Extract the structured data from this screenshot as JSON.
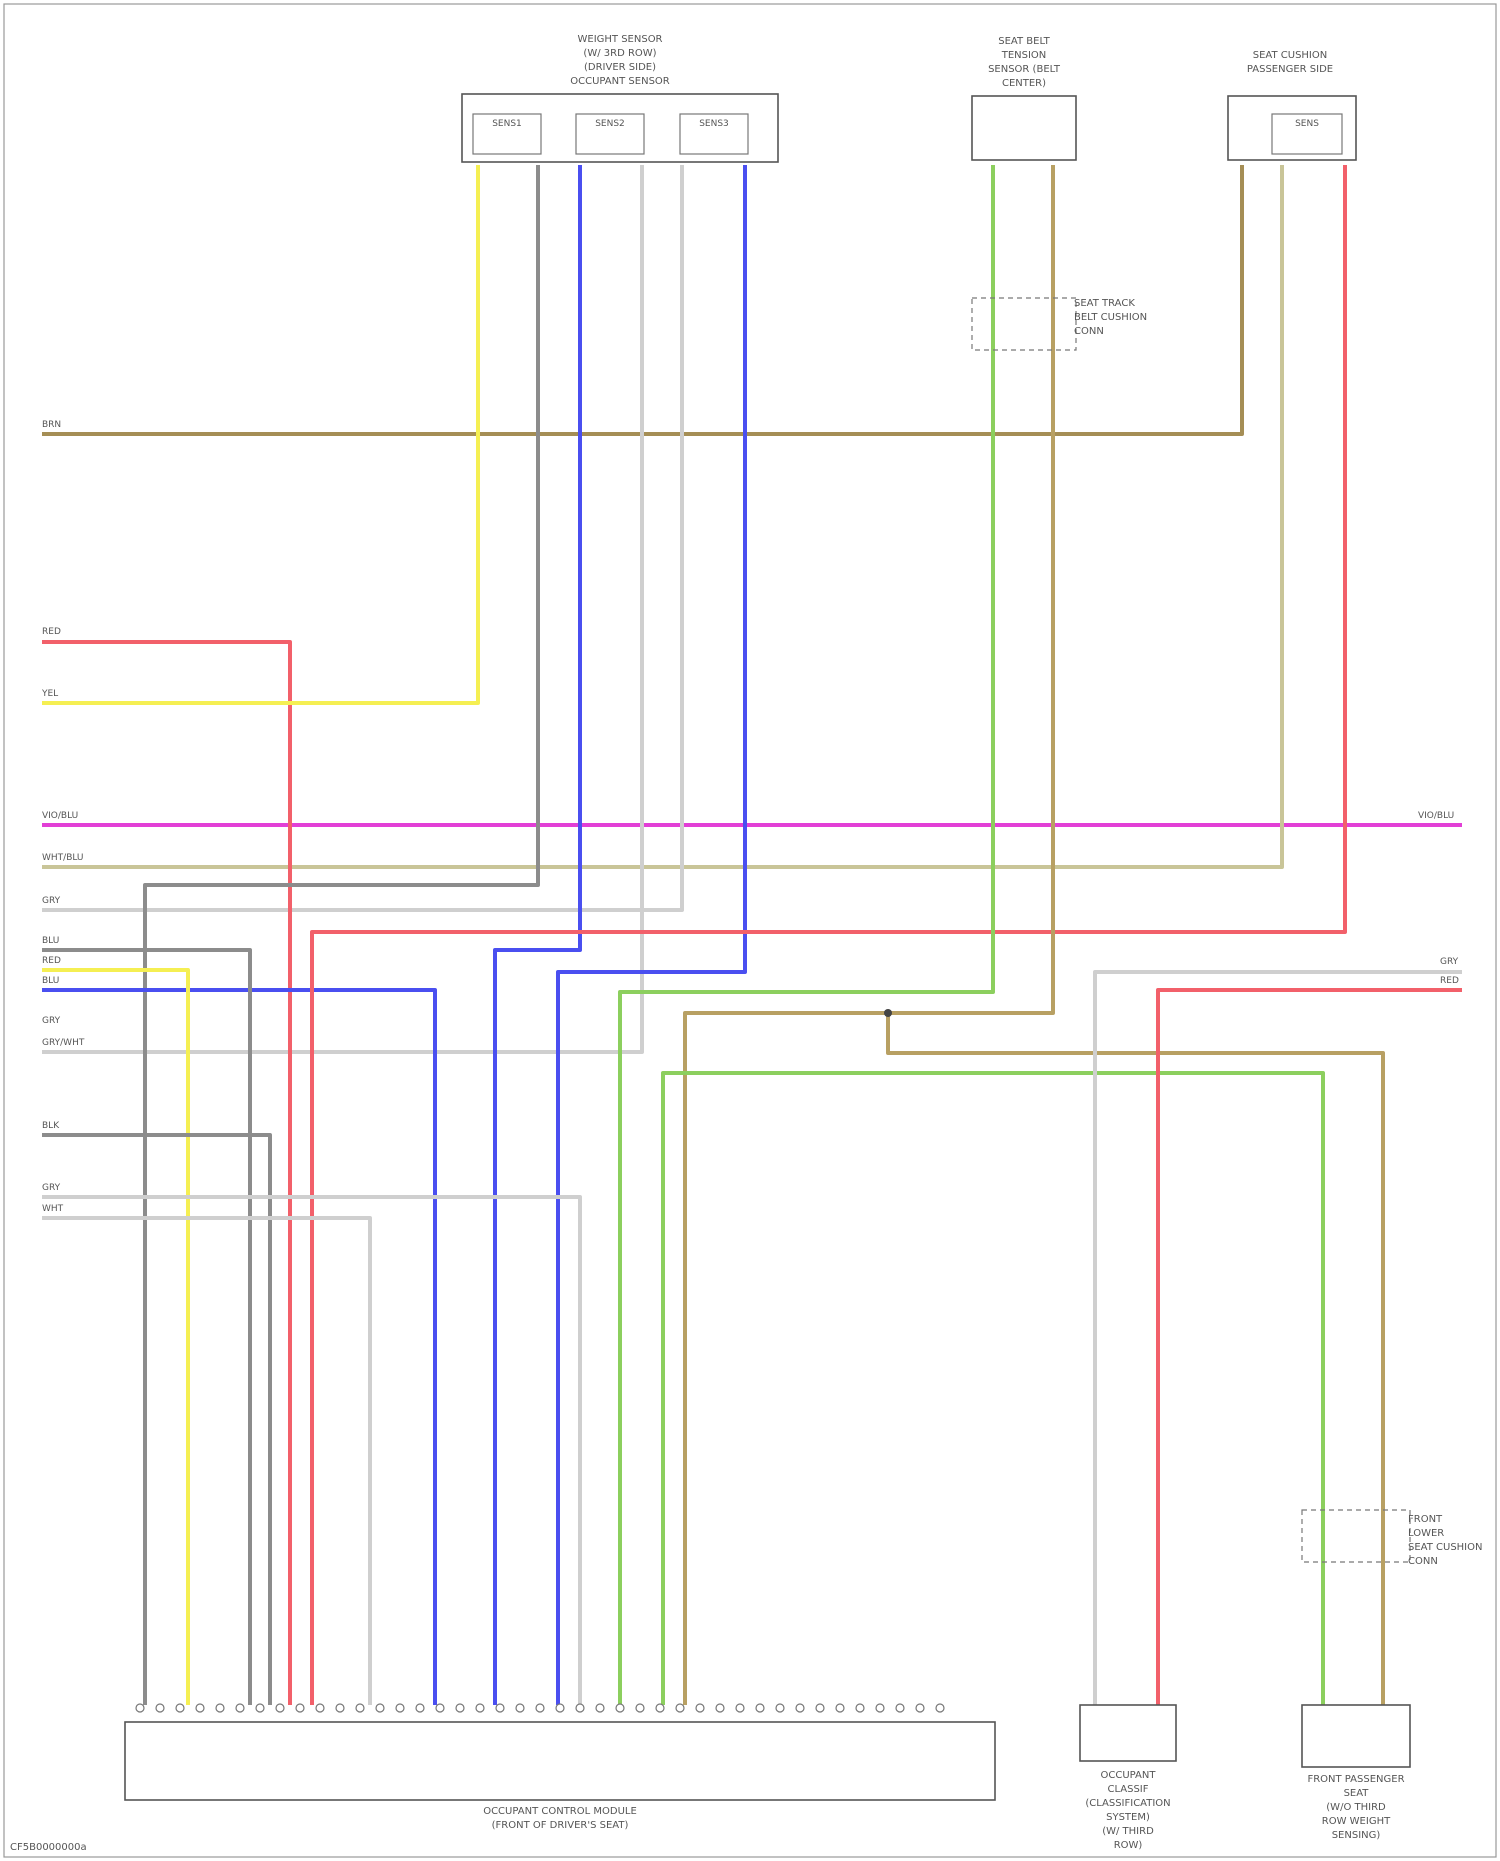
{
  "diagram": {
    "footer_code": "CF5B0000000a",
    "components": {
      "seat_weight_sensor": {
        "lines": [
          "WEIGHT SENSOR",
          "(W/ 3RD ROW)",
          "(DRIVER SIDE)",
          "OCCUPANT SENSOR"
        ],
        "sub_labels": [
          "SENS1",
          "SENS2",
          "SENS3"
        ]
      },
      "belt_tension_sensor": {
        "lines": [
          "SEAT BELT",
          "TENSION",
          "SENSOR (BELT",
          "CENTER)"
        ]
      },
      "passenger_seat_sensor": {
        "lines": [
          "SEAT CUSHION",
          "PASSENGER SIDE"
        ],
        "sub_labels": [
          "SENS"
        ]
      },
      "seat_connector_top": {
        "lines": [
          "SEAT TRACK",
          "BELT CUSHION",
          "CONN"
        ]
      },
      "control_module": {
        "lines": [
          "OCCUPANT CONTROL MODULE",
          "(FRONT OF DRIVER'S SEAT)"
        ]
      },
      "front_lower_module": {
        "lines": [
          "OCCUPANT",
          "CLASSIF",
          "(CLASSIFICATION",
          "SYSTEM)",
          "(W/ THIRD",
          "ROW)"
        ]
      },
      "front_passenger_sensor": {
        "lines": [
          "FRONT PASSENGER",
          "SEAT",
          "(W/O THIRD",
          "ROW WEIGHT",
          "SENSING)"
        ]
      },
      "seat_connector_bottom": {
        "lines": [
          "FRONT",
          "LOWER",
          "SEAT CUSHION",
          "CONN"
        ]
      }
    },
    "left_labels": {
      "row1": "BRN",
      "row2": "RED",
      "row3": "YEL",
      "row4": "VIO/BLU",
      "row5": "WHT/BLU",
      "row6": "GRY",
      "row7": "BLU",
      "row8": "RED",
      "row9": "BLU",
      "row10": "GRY",
      "row11": "GRY/WHT",
      "row12": "BLK",
      "row13": "GRY",
      "row14": "WHT"
    },
    "right_labels": {
      "row4": "VIO/BLU",
      "row8": "GRY",
      "row9": "RED"
    },
    "colors": {
      "brown": "#a58e55",
      "tan": "#b8a063",
      "yellow": "#f5ef52",
      "red": "#f2606a",
      "magenta": "#e23fd6",
      "olive": "#c9c598",
      "grey": "#8c8c8c",
      "light_grey": "#cfcfcf",
      "blue": "#4a4ff0",
      "green": "#8ccf5e"
    }
  }
}
